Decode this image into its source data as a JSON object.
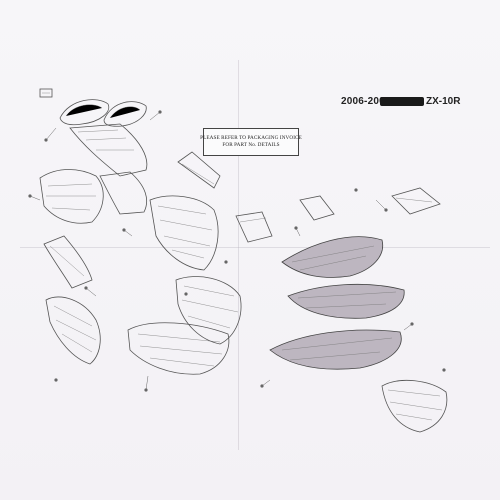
{
  "header": {
    "years": "2006-2007",
    "model": "ZX-10R"
  },
  "notice": {
    "line1": "PLEASE REFER TO PACKAGING INVOICE",
    "line2": "FOR PART No. DETAILS"
  },
  "diagram": {
    "redaction_color": "#1a1a1a",
    "line_color": "#555555",
    "paper_color": "#f5f3f7"
  }
}
